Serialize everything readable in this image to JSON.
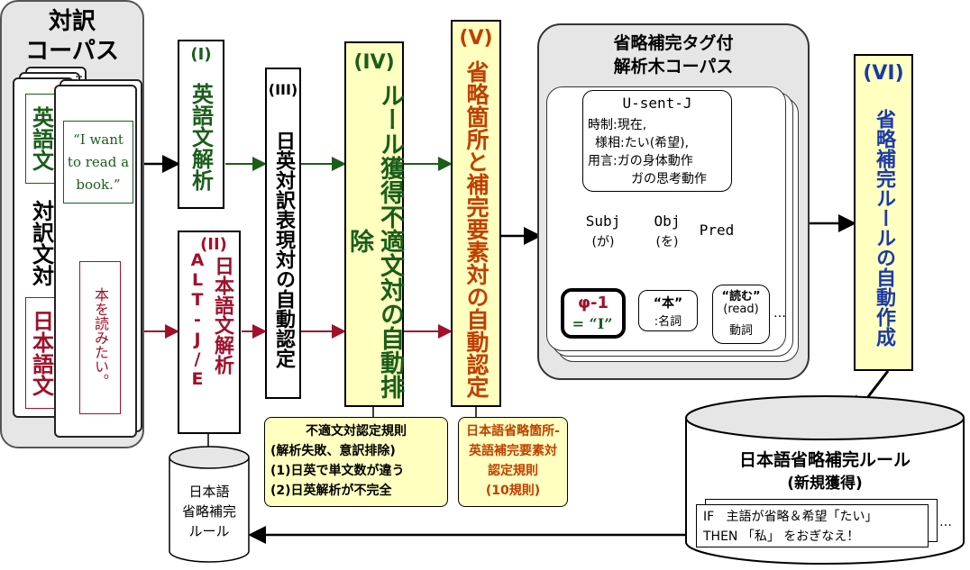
{
  "corpus": {
    "title": "対訳\nコーパス",
    "english_label": "英語文",
    "pair_label": "対訳文対",
    "japanese_label": "日本語文",
    "english_sentence": "“I want to read a book.”",
    "japanese_sentence": "本を読みたい。"
  },
  "steps": {
    "s1": {
      "num": "(I)",
      "text": "英語文解析"
    },
    "s2": {
      "num": "(II)",
      "text": "日本語文解析",
      "sys": "ALT-J/E"
    },
    "s3": {
      "num": "(III)",
      "text": "日英対訳表現対の自動認定"
    },
    "s4": {
      "num": "(IV)",
      "text": "ルール獲得不適文対の自動排除"
    },
    "s5": {
      "num": "(V)",
      "text": "省略箇所と補完要素対の自動認定"
    },
    "s6": {
      "num": "(VI)",
      "text": "省略補完ルールの自動作成"
    }
  },
  "tree_corpus": {
    "title": "省略補完タグ付\n解析木コーパス",
    "root": "U-sent-J",
    "attr1": "時制:現在,",
    "attr2": "様相:たい(希望),",
    "attr3": "用言:ガの身体動作",
    "attr4": "ガの思考動作",
    "subj": "Subj",
    "subj_case": "(が)",
    "obj": "Obj",
    "obj_case": "(を)",
    "pred": "Pred",
    "zero": "φ-1",
    "zero_eq": "= “I”",
    "noun": "“本”",
    "noun_pos": ":名詞",
    "verb": "“読む”",
    "verb_en": "(read)",
    "verb_pos": "動詞",
    "ellipsis": "…"
  },
  "rules_iv": {
    "title": "不適文対認定規則",
    "sub": "(解析失敗、意訳排除)",
    "r1": "(1)日英で単文数が違う",
    "r2": "(2)日英解析が不完全"
  },
  "rules_v": {
    "line1": "日本語省略箇所-",
    "line2": "英語補完要素対",
    "line3": "認定規則",
    "line4": "(10規則)"
  },
  "ellipsis_rules_db": {
    "title": "日本語省略補完ルール",
    "sub": "(新規獲得)",
    "if_line": "IF   主語が省略＆希望「たい」",
    "then_line": "THEN 「私」 をおぎなえ！",
    "more": "…"
  },
  "small_db": {
    "label": "日本語\n省略補完\nルール"
  },
  "colors": {
    "green": "#1a5e1a",
    "red": "#a0102a",
    "orange": "#c04000",
    "blue": "#1a3aa8",
    "yellow": "#ffffc0",
    "gray": "#e6e6e6"
  }
}
